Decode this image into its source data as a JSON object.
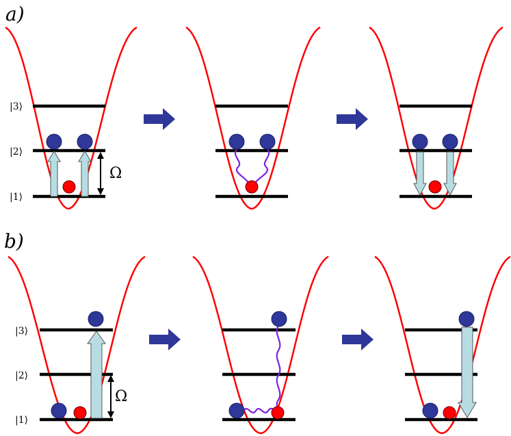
{
  "panels": [
    {
      "label": "a)",
      "state_labels": [
        "|3⟩",
        "|2⟩",
        "|1⟩"
      ],
      "coupling_label": "Ω"
    },
    {
      "label": "b)",
      "state_labels": [
        "|3⟩",
        "|2⟩",
        "|1⟩"
      ],
      "coupling_label": "Ω"
    }
  ],
  "colors": {
    "trap": "#ff0000",
    "level": "#000000",
    "blue_atom": "#2f3799",
    "red_atom": "#ff0000",
    "transition_arrow": "#b7dde3",
    "process_arrow": "#2f3799",
    "wavy_interaction": "#7a22e0"
  },
  "icons": {
    "process_arrow": "right-arrow-icon",
    "transition": "vertical-arrow-icon",
    "interaction": "wavy-line-icon"
  }
}
